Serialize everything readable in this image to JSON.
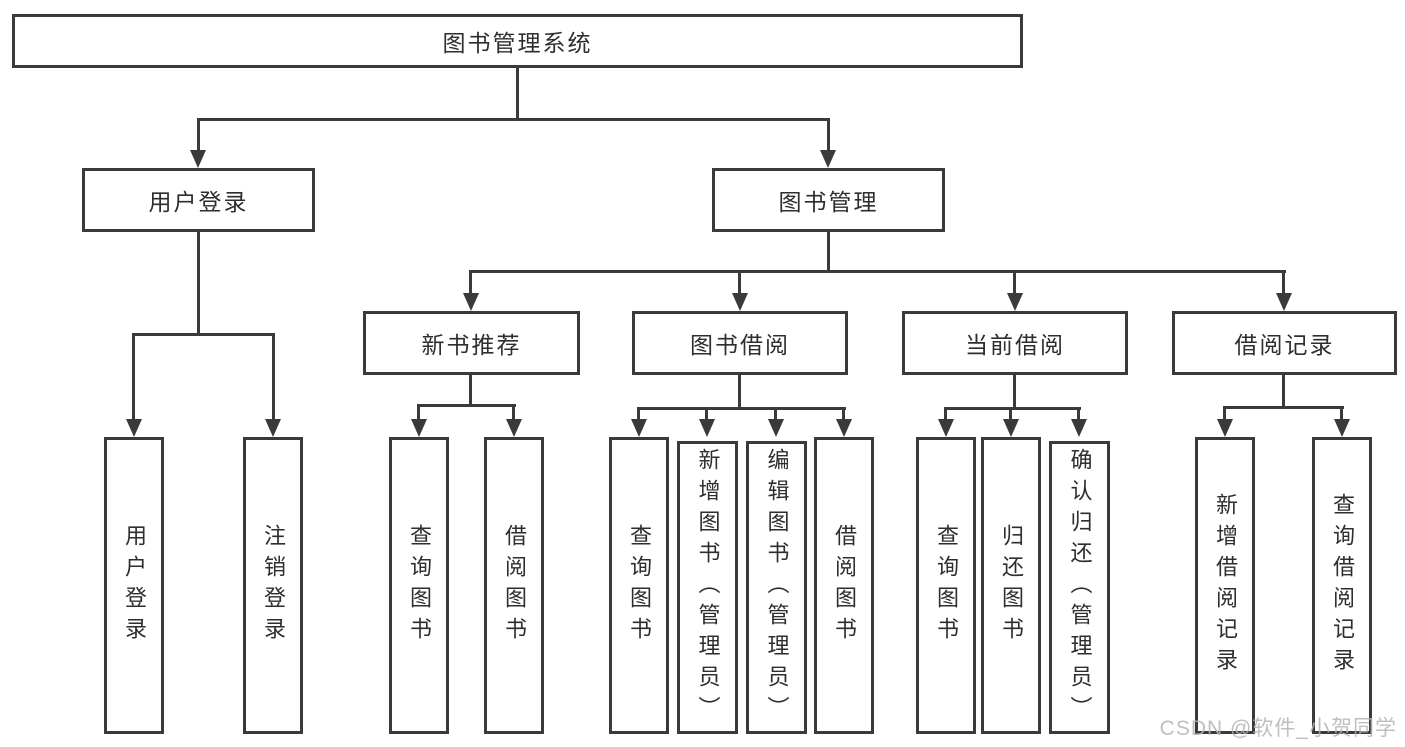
{
  "diagram": {
    "root": {
      "label": "图书管理系统"
    },
    "branches": {
      "user_login": {
        "label": "用户登录"
      },
      "book_management": {
        "label": "图书管理"
      }
    },
    "sections": {
      "new_book": {
        "label": "新书推荐"
      },
      "book_borrow": {
        "label": "图书借阅"
      },
      "current_borrow": {
        "label": "当前借阅"
      },
      "borrow_record": {
        "label": "借阅记录"
      }
    },
    "leaves": {
      "user_login": "用户登录",
      "logout": "注销登录",
      "nb_query": "查询图书",
      "nb_borrow": "借阅图书",
      "bb_query": "查询图书",
      "bb_add": "新增图书（管理员）",
      "bb_edit": "编辑图书（管理员）",
      "bb_borrow": "借阅图书",
      "cb_query": "查询图书",
      "cb_return": "归还图书",
      "cb_confirm": "确认归还（管理员）",
      "br_add": "新增借阅记录",
      "br_query": "查询借阅记录"
    }
  },
  "watermark": {
    "text": "CSDN @软件_小贺同学"
  },
  "colors": {
    "line": "#3a3a3a",
    "text": "#2e2e2e",
    "watermark": "#b4b4b4"
  }
}
